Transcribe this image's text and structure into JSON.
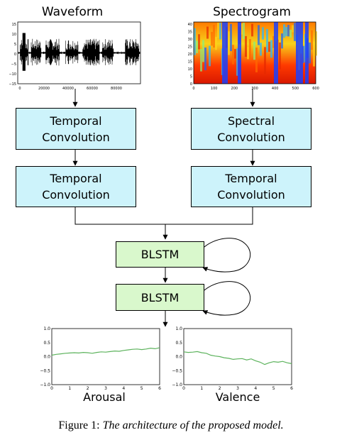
{
  "inputs": {
    "waveform_title": "Waveform",
    "spectrogram_title": "Spectrogram",
    "waveform_yticks": [
      "15",
      "10",
      "5",
      "0",
      "−5",
      "−10",
      "−15"
    ],
    "waveform_xticks": [
      "0",
      "20000",
      "40000",
      "60000",
      "80000"
    ],
    "spectrogram_yticks": [
      "40",
      "35",
      "30",
      "25",
      "20",
      "15",
      "10",
      "5",
      "0"
    ],
    "spectrogram_xticks": [
      "0",
      "100",
      "200",
      "300",
      "400",
      "500",
      "600"
    ]
  },
  "blocks": {
    "temporal_conv_1": "Temporal\nConvolution",
    "temporal_conv_2": "Temporal\nConvolution",
    "spectral_conv": "Spectral\nConvolution",
    "temporal_conv_3": "Temporal\nConvolution",
    "blstm_1": "BLSTM",
    "blstm_2": "BLSTM"
  },
  "outputs": {
    "arousal_label": "Arousal",
    "valence_label": "Valence",
    "line_color": "#5db35d"
  },
  "chart_data": [
    {
      "type": "line",
      "xlabel": "Arousal",
      "xlim": [
        0,
        6
      ],
      "ylim": [
        -1.0,
        1.0
      ],
      "xticks": [
        "0",
        "1",
        "2",
        "3",
        "4",
        "5",
        "6"
      ],
      "yticks": [
        "1.0",
        "0.5",
        "0.0",
        "−0.5",
        "−1.0"
      ],
      "series": [
        {
          "x": [
            0,
            0.25,
            0.5,
            0.75,
            1,
            1.25,
            1.5,
            1.75,
            2,
            2.25,
            2.5,
            2.75,
            3,
            3.25,
            3.5,
            3.75,
            4,
            4.25,
            4.5,
            4.75,
            5,
            5.25,
            5.5,
            5.75,
            6
          ],
          "values": [
            0.05,
            0.08,
            0.1,
            0.12,
            0.13,
            0.14,
            0.13,
            0.15,
            0.14,
            0.12,
            0.15,
            0.17,
            0.16,
            0.18,
            0.2,
            0.19,
            0.22,
            0.24,
            0.26,
            0.27,
            0.25,
            0.27,
            0.3,
            0.28,
            0.32
          ]
        }
      ]
    },
    {
      "type": "line",
      "xlabel": "Valence",
      "xlim": [
        0,
        6
      ],
      "ylim": [
        -1.0,
        1.0
      ],
      "xticks": [
        "0",
        "1",
        "2",
        "3",
        "4",
        "5",
        "6"
      ],
      "yticks": [
        "1.0",
        "0.5",
        "0.0",
        "−0.5",
        "−1.0"
      ],
      "series": [
        {
          "x": [
            0,
            0.25,
            0.5,
            0.75,
            1,
            1.25,
            1.5,
            1.75,
            2,
            2.25,
            2.5,
            2.75,
            3,
            3.25,
            3.5,
            3.75,
            4,
            4.25,
            4.5,
            4.75,
            5,
            5.25,
            5.5,
            5.75,
            6
          ],
          "values": [
            0.17,
            0.15,
            0.16,
            0.18,
            0.14,
            0.12,
            0.05,
            0.02,
            0.0,
            -0.04,
            -0.06,
            -0.1,
            -0.08,
            -0.07,
            -0.12,
            -0.08,
            -0.15,
            -0.2,
            -0.28,
            -0.22,
            -0.18,
            -0.2,
            -0.17,
            -0.22,
            -0.25
          ]
        }
      ]
    }
  ],
  "caption": {
    "prefix": "Figure 1: ",
    "text": "The architecture of the proposed model."
  }
}
